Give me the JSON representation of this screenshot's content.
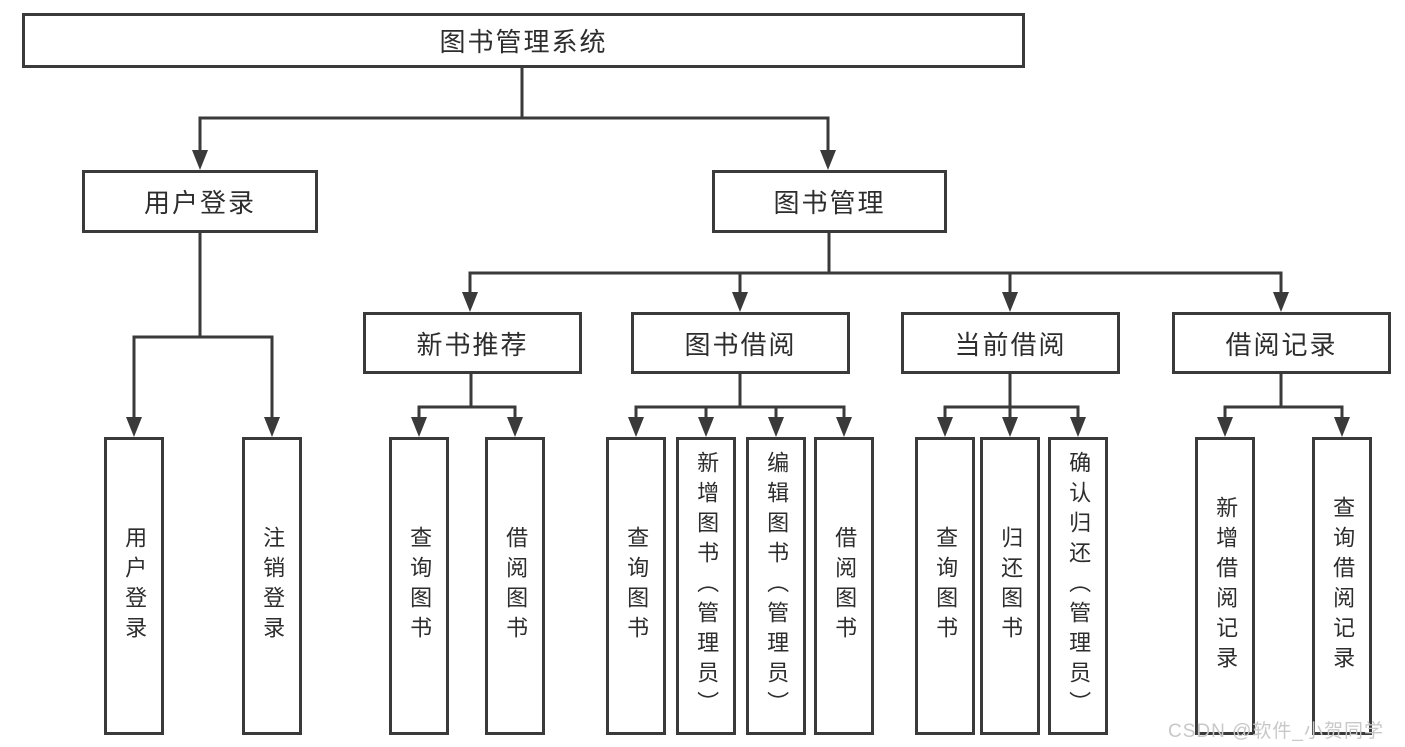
{
  "diagram": {
    "root_label": "图书管理系统",
    "level2": [
      {
        "label": "用户登录"
      },
      {
        "label": "图书管理"
      }
    ],
    "level3": [
      {
        "label": "新书推荐"
      },
      {
        "label": "图书借阅"
      },
      {
        "label": "当前借阅"
      },
      {
        "label": "借阅记录"
      }
    ],
    "leaves": {
      "user_login": [
        "用户登录",
        "注销登录"
      ],
      "new_book_recommend": [
        "查询图书",
        "借阅图书"
      ],
      "book_borrow": [
        "查询图书",
        "新增图书（管理员）",
        "编辑图书（管理员）",
        "借阅图书"
      ],
      "current_borrow": [
        "查询图书",
        "归还图书",
        "确认归还（管理员）"
      ],
      "borrow_records": [
        "新增借阅记录",
        "查询借阅记录"
      ]
    }
  },
  "watermark": {
    "text": "CSDN @软件_小贺同学",
    "color": "#c8c8c8"
  },
  "colors": {
    "line": "#3a3a3a",
    "text": "#2d2d2d",
    "background": "#ffffff"
  }
}
